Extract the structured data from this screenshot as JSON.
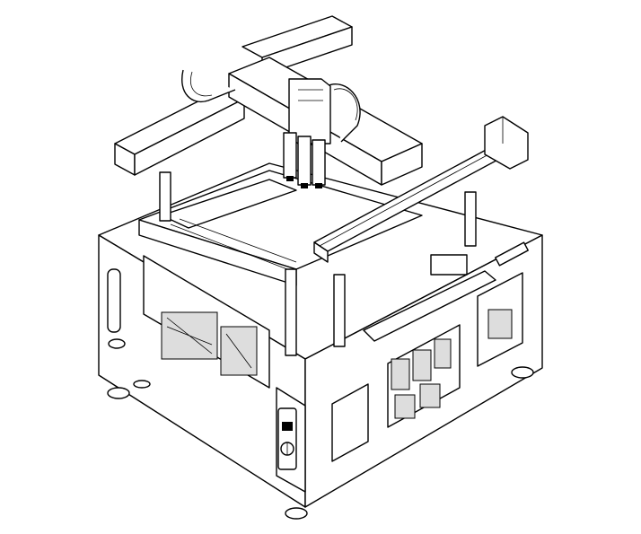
{
  "drawing": {
    "kind": "isometric line drawing of a gantry-type automation machine",
    "colors": {
      "line": "#000000",
      "background": "#ffffff",
      "shade": "#dddddd"
    },
    "parts": [
      "base-frame",
      "gantry-x-beam",
      "gantry-y-rails",
      "tool-head",
      "cable-chains",
      "linear-actuator",
      "electrical-panels",
      "leveling-feet",
      "control-switch"
    ]
  }
}
